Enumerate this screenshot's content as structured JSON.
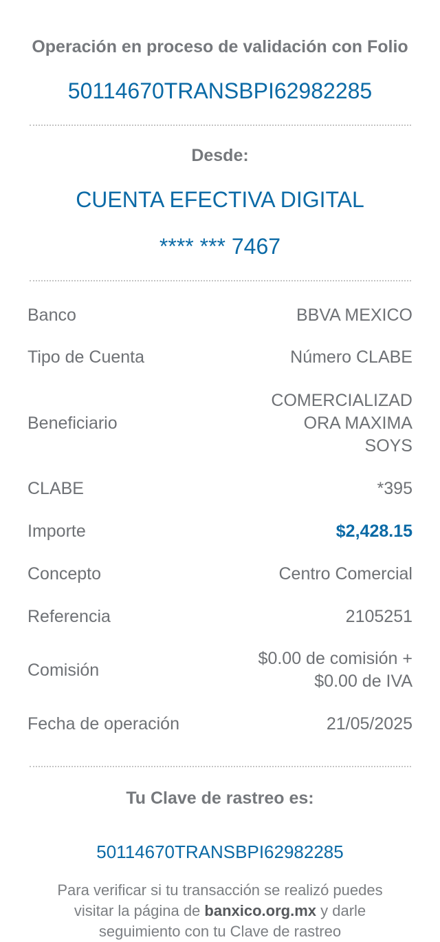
{
  "header": {
    "status_text": "Operación en proceso de validación con Folio",
    "folio": "50114670TRANSBPI62982285"
  },
  "origin": {
    "label": "Desde:",
    "account_name": "CUENTA EFECTIVA DIGITAL",
    "account_masked": "**** *** 7467"
  },
  "details": [
    {
      "label": "Banco",
      "value": "BBVA MEXICO"
    },
    {
      "label": "Tipo de Cuenta",
      "value": "Número CLABE"
    },
    {
      "label": "Beneficiario",
      "value_lines": [
        "COMERCIALIZAD",
        "ORA MAXIMA",
        "SOYS"
      ]
    },
    {
      "label": "CLABE",
      "value": "*395"
    },
    {
      "label": "Importe",
      "value": "$2,428.15"
    },
    {
      "label": "Concepto",
      "value": "Centro Comercial"
    },
    {
      "label": "Referencia",
      "value": "2105251"
    },
    {
      "label": "Comisión",
      "value_lines": [
        "$0.00 de comisión +",
        "$0.00 de IVA"
      ]
    },
    {
      "label": "Fecha de operación",
      "value": "21/05/2025"
    }
  ],
  "tracking": {
    "label": "Tu Clave de rastreo es:",
    "key": "50114670TRANSBPI62982285",
    "note_part1": "Para verificar si tu transacción se realizó puedes visitar la página de ",
    "note_link": "banxico.org.mx",
    "note_part2": " y darle seguimiento con tu Clave de rastreo"
  },
  "colors": {
    "accent": "#0b6aa6",
    "text": "#6e7175"
  }
}
